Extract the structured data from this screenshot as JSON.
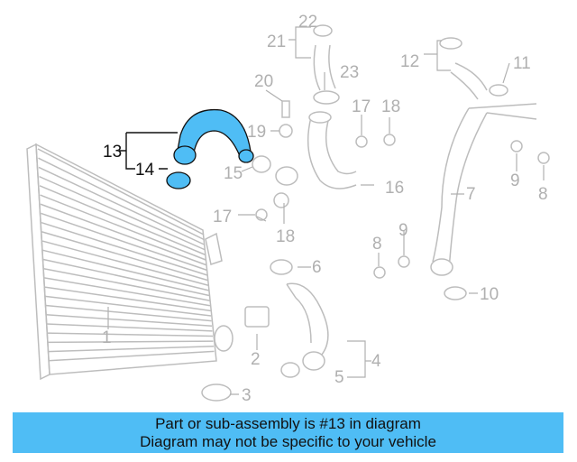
{
  "diagram": {
    "highlight_color": "#4fbdf5",
    "callouts": [
      {
        "id": "1",
        "label": "1"
      },
      {
        "id": "2",
        "label": "2"
      },
      {
        "id": "3",
        "label": "3"
      },
      {
        "id": "4",
        "label": "4"
      },
      {
        "id": "5",
        "label": "5"
      },
      {
        "id": "6",
        "label": "6"
      },
      {
        "id": "7",
        "label": "7"
      },
      {
        "id": "8a",
        "label": "8"
      },
      {
        "id": "8b",
        "label": "8"
      },
      {
        "id": "9a",
        "label": "9"
      },
      {
        "id": "9b",
        "label": "9"
      },
      {
        "id": "10",
        "label": "10"
      },
      {
        "id": "11",
        "label": "11"
      },
      {
        "id": "12",
        "label": "12"
      },
      {
        "id": "13",
        "label": "13"
      },
      {
        "id": "14",
        "label": "14"
      },
      {
        "id": "15",
        "label": "15"
      },
      {
        "id": "16",
        "label": "16"
      },
      {
        "id": "17a",
        "label": "17"
      },
      {
        "id": "17b",
        "label": "17"
      },
      {
        "id": "18a",
        "label": "18"
      },
      {
        "id": "18b",
        "label": "18"
      },
      {
        "id": "19",
        "label": "19"
      },
      {
        "id": "20",
        "label": "20"
      },
      {
        "id": "21",
        "label": "21"
      },
      {
        "id": "22",
        "label": "22"
      },
      {
        "id": "23",
        "label": "23"
      }
    ]
  },
  "banner": {
    "line1": "Part or sub-assembly is #13 in diagram",
    "line2": "Diagram may not be specific to your vehicle"
  }
}
